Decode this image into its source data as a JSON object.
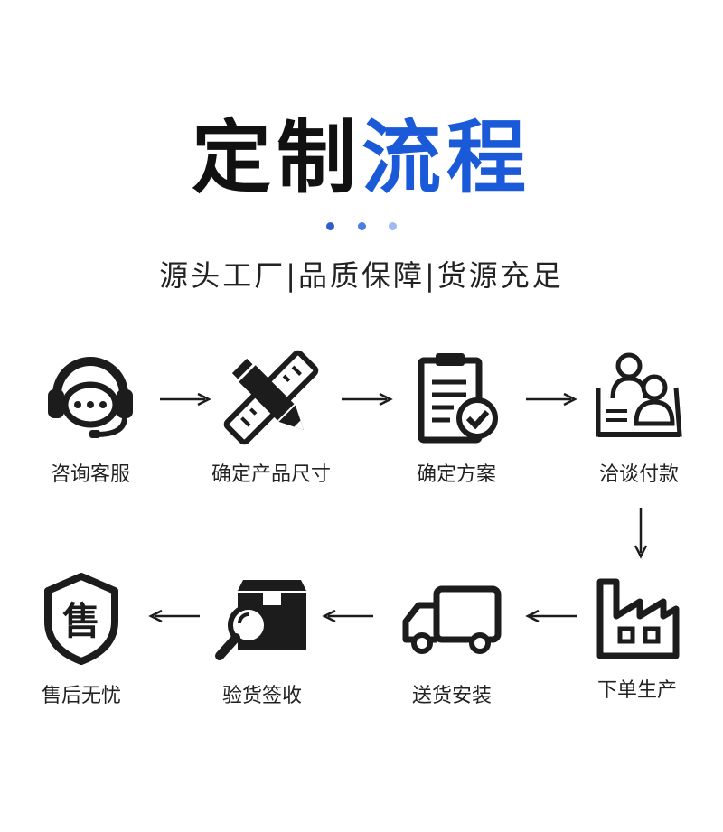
{
  "title": {
    "part1": "定制",
    "part2": "流程"
  },
  "subtitle": "源头工厂|品质保障|货源充足",
  "colors": {
    "accent": "#1a5ad8",
    "dot_dark": "#2b5fd0",
    "dot_mid": "#4b7ee0",
    "dot_light": "#9fbaf0",
    "icon": "#1c1c1c"
  },
  "steps": [
    {
      "label": "咨询客服",
      "icon": "headset-icon"
    },
    {
      "label": "确定产品尺寸",
      "icon": "pencil-ruler-icon"
    },
    {
      "label": "确定方案",
      "icon": "clipboard-check-icon"
    },
    {
      "label": "洽谈付款",
      "icon": "meeting-icon"
    },
    {
      "label": "下单生产",
      "icon": "factory-icon"
    },
    {
      "label": "送货安装",
      "icon": "truck-icon"
    },
    {
      "label": "验货签收",
      "icon": "box-inspect-icon"
    },
    {
      "label": "售后无忧",
      "icon": "shield-icon"
    }
  ],
  "shield_char": "售"
}
